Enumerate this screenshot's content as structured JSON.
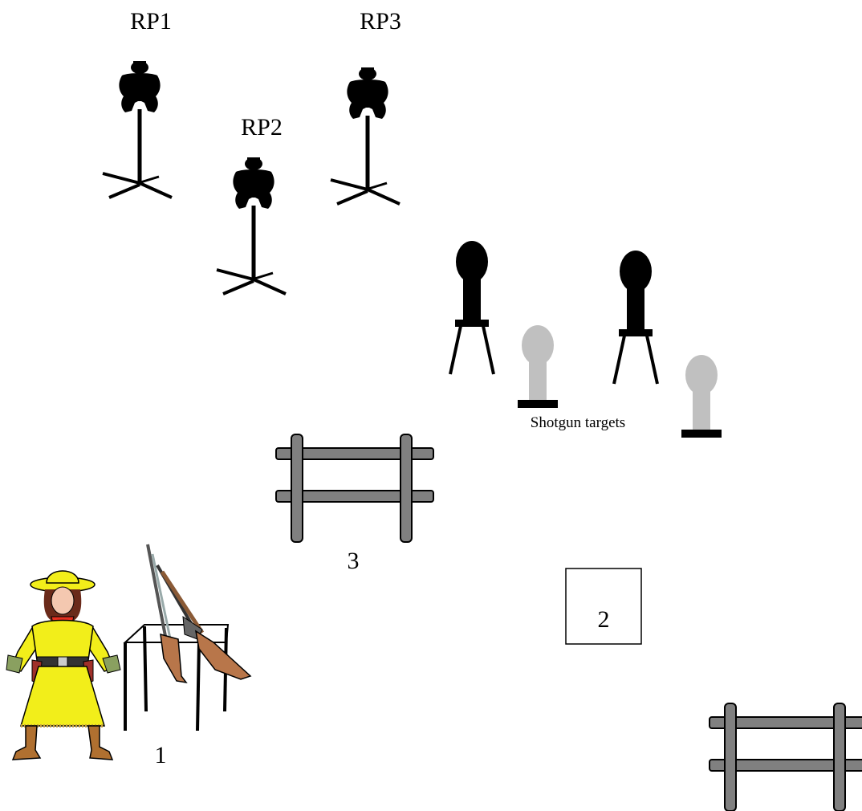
{
  "pistol_targets": {
    "rp1": "RP1",
    "rp2": "RP2",
    "rp3": "RP3"
  },
  "shotgun_caption": "Shotgun targets",
  "positions": {
    "p1": "1",
    "p2": "2",
    "p3": "3"
  },
  "colors": {
    "silhouette": "#000000",
    "knockdown": "#c0c0c0",
    "fence_rail": "#808080",
    "dress": "#f2ee1a",
    "boots": "#b07030",
    "hat": "#f2ee1a",
    "stock": "#b8764a"
  },
  "icons": {
    "pistol_target": "silhouette-target-icon",
    "shotgun_target": "knockdown-plate-icon",
    "fence": "fence-icon",
    "shooter": "cowgirl-shooter-icon",
    "long_guns": "rifle-shotgun-icon",
    "table": "prop-table-icon"
  }
}
